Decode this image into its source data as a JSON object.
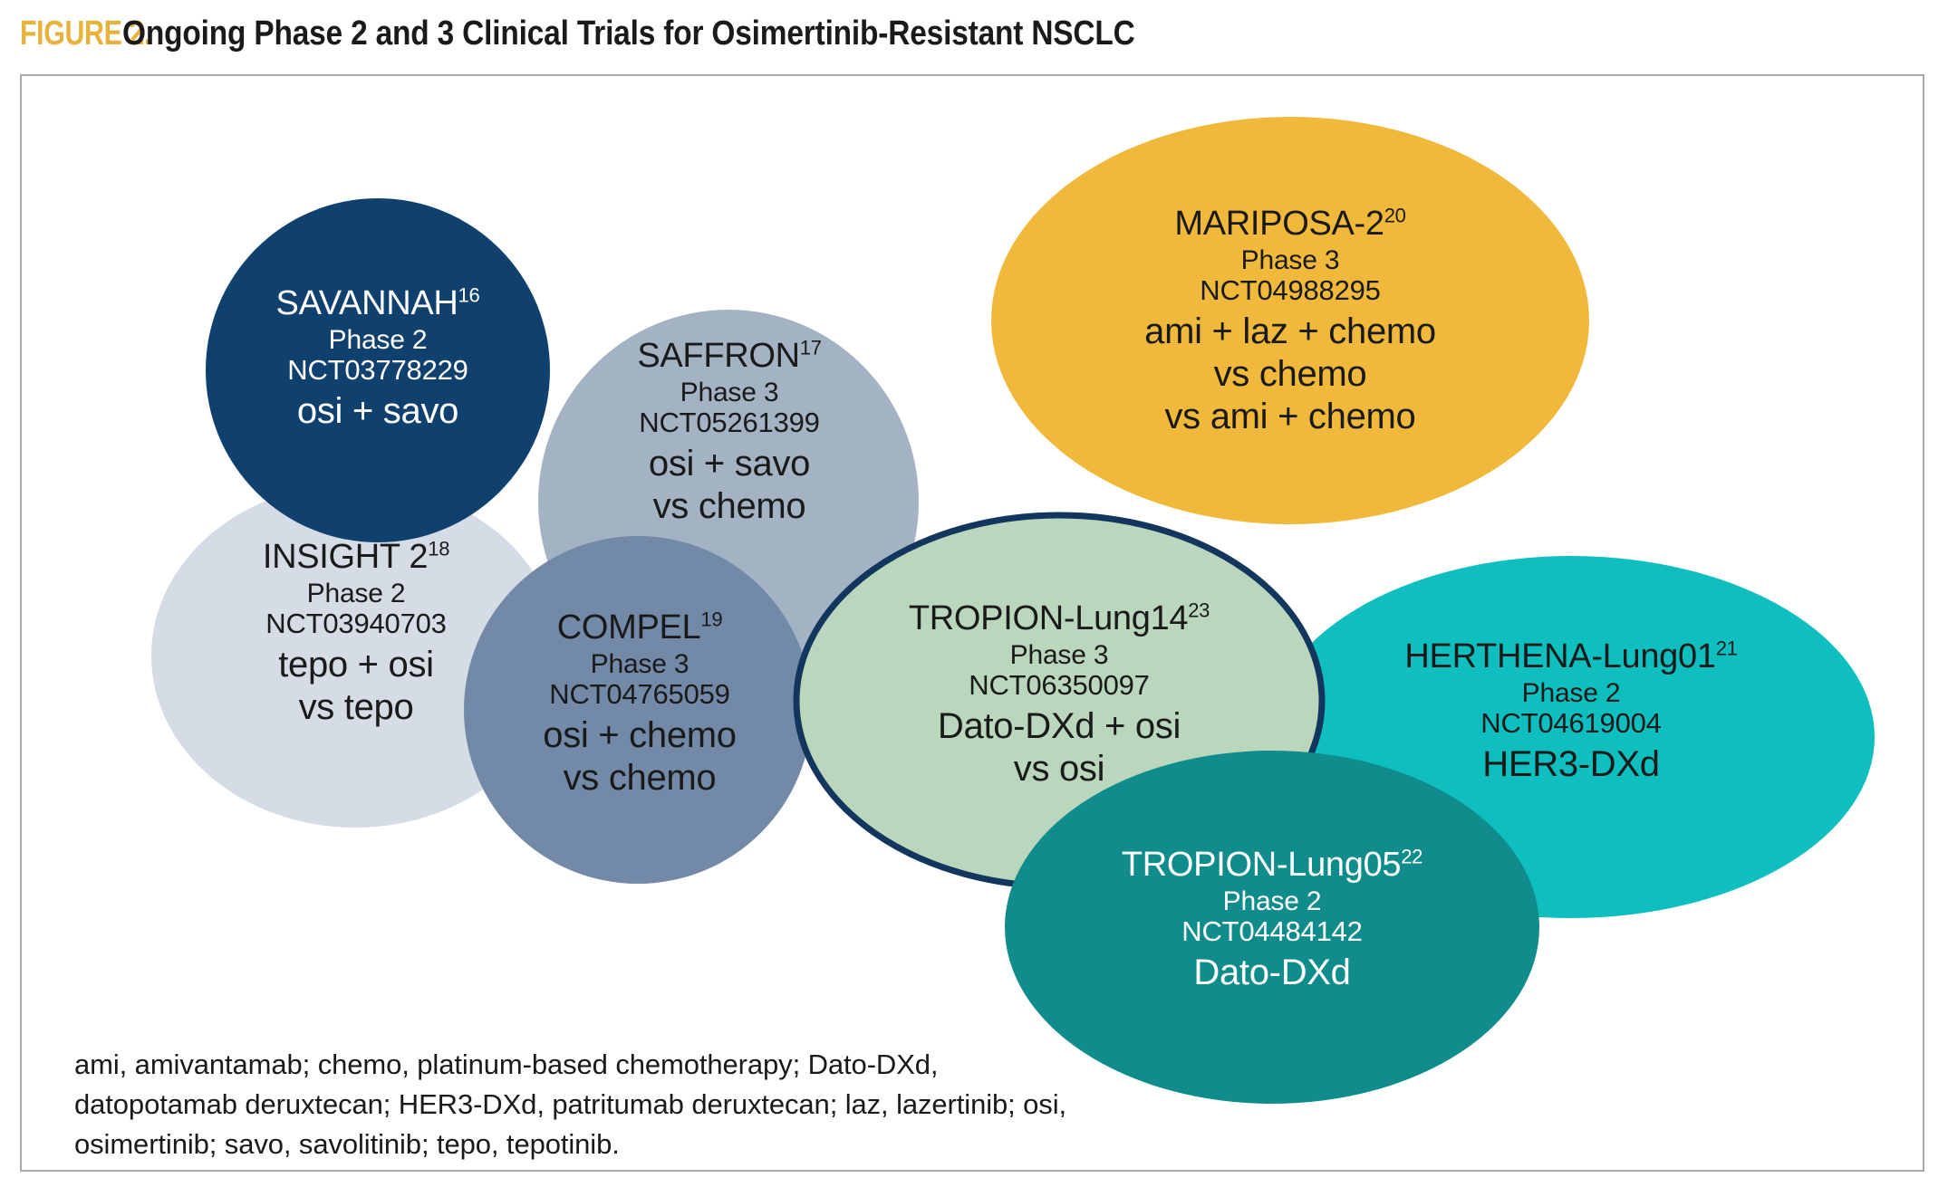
{
  "figure": {
    "label": "FIGURE 2.",
    "title": "Ongoing Phase 2 and 3 Clinical Trials for Osimertinib-Resistant NSCLC",
    "label_color": "#E8B33C",
    "title_color": "#1A1A1A",
    "border_color": "#A9A9A9"
  },
  "trials": [
    {
      "key": "savannah",
      "name": "SAVANNAH",
      "ref": "16",
      "phase": "Phase 2",
      "nct": "NCT03778229",
      "treatment": "osi + savo",
      "fill": "#10416E",
      "text_color": "#FFFFFF",
      "stroke": "none"
    },
    {
      "key": "saffron",
      "name": "SAFFRON",
      "ref": "17",
      "phase": "Phase 3",
      "nct": "NCT05261399",
      "treatment": "osi + savo\nvs chemo",
      "fill": "#A3B3C3",
      "text_color": "#1A1A1A",
      "stroke": "none"
    },
    {
      "key": "insight2",
      "name": "INSIGHT 2",
      "ref": "18",
      "phase": "Phase 2",
      "nct": "NCT03940703",
      "treatment": "tepo + osi\nvs tepo",
      "fill": "#D5DCE6",
      "text_color": "#1A1A1A",
      "stroke": "none"
    },
    {
      "key": "compel",
      "name": "COMPEL",
      "ref": "19",
      "phase": "Phase 3",
      "nct": "NCT04765059",
      "treatment": "osi + chemo\nvs chemo",
      "fill": "#7389A8",
      "text_color": "#1A1A1A",
      "stroke": "none"
    },
    {
      "key": "mariposa2",
      "name": "MARIPOSA-2",
      "ref": "20",
      "phase": "Phase 3",
      "nct": "NCT04988295",
      "treatment": "ami + laz + chemo\nvs chemo\nvs ami + chemo",
      "fill": "#F0B93C",
      "text_color": "#1A1A1A",
      "stroke": "none"
    },
    {
      "key": "herthena",
      "name": "HERTHENA-Lung01",
      "ref": "21",
      "phase": "Phase 2",
      "nct": "NCT04619004",
      "treatment": "HER3-DXd",
      "fill": "#0FBFBF",
      "text_color": "#1A1A1A",
      "stroke": "none"
    },
    {
      "key": "tropion05",
      "name": "TROPION-Lung05",
      "ref": "22",
      "phase": "Phase 2",
      "nct": "NCT04484142",
      "treatment": "Dato-DXd",
      "fill": "#108C8C",
      "text_color": "#FFFFFF",
      "stroke": "none"
    },
    {
      "key": "tropion14",
      "name": "TROPION-Lung14",
      "ref": "23",
      "phase": "Phase 3",
      "nct": "NCT06350097",
      "treatment": "Dato-DXd + osi\nvs osi",
      "fill": "#BAD7BD",
      "text_color": "#1A1A1A",
      "stroke": "#12365E"
    }
  ],
  "footnote": "ami, amivantamab; chemo, platinum-based chemotherapy; Dato-DXd, datopotamab deruxtecan; HER3-DXd, patritumab deruxtecan; laz, lazertinib; osi, osimertinib; savo, savolitinib; tepo, tepotinib."
}
